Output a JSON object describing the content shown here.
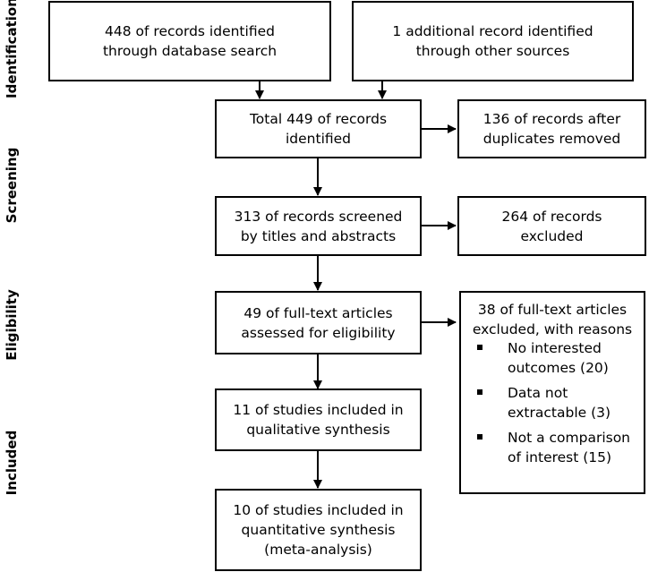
{
  "stages": {
    "identification": "Identification",
    "screening": "Screening",
    "eligibility": "Eligibility",
    "included": "Included"
  },
  "boxes": {
    "database_search": [
      "448 of records identified",
      "through database search"
    ],
    "other_sources": [
      "1 additional record identified",
      "through other sources"
    ],
    "total_identified": [
      "Total 449 of records",
      "identified"
    ],
    "after_duplicates": [
      "136 of records after",
      "duplicates removed"
    ],
    "screened": [
      "313 of records screened",
      "by titles and abstracts"
    ],
    "excluded": [
      "264 of records",
      "excluded"
    ],
    "fulltext_assessed": [
      "49 of full-text articles",
      "assessed for eligibility"
    ],
    "fulltext_excluded_title": [
      "38 of full-text articles",
      "excluded, with reasons"
    ],
    "qualitative": [
      "11 of studies included in",
      "qualitative synthesis"
    ],
    "quantitative": [
      "10 of studies included in",
      "quantitative synthesis",
      "(meta-analysis)"
    ]
  },
  "exclusion_reasons": [
    [
      "No interested",
      "outcomes (20)"
    ],
    [
      "Data not",
      "extractable (3)"
    ],
    [
      "Not a comparison",
      "of interest (15)"
    ]
  ]
}
